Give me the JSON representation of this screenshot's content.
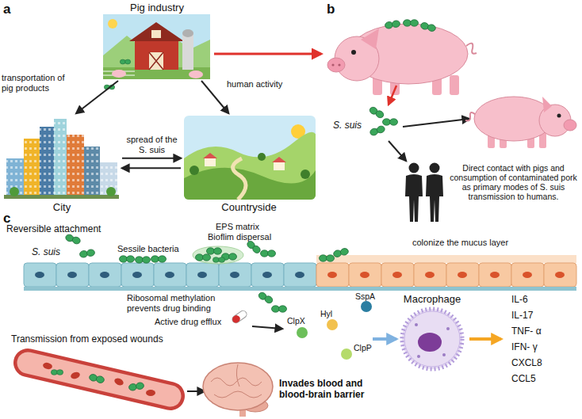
{
  "diagram": {
    "nodes": [
      {
        "text": [
          "Pig industry"
        ]
      },
      {
        "text": [
          "City"
        ]
      },
      {
        "text": [
          "Countryside"
        ]
      },
      {
        "text": [
          "Macrophage"
        ]
      }
    ],
    "edges": [
      {
        "from": 0,
        "to": 1,
        "arrow": "to",
        "label": "transportation of pig products"
      },
      {
        "from": 0,
        "to": 2,
        "arrow": "to",
        "label": "human activity"
      },
      {
        "from": 1,
        "to": 2,
        "arrow": "to"
      },
      {
        "from": 2,
        "to": 1,
        "arrow": "to"
      }
    ],
    "labels": [
      "a",
      "spread of the S. suis",
      "b",
      "S. suis",
      "Direct contact with pigs and consumption of contaminated pork as primary modes of S. suis transmission to humans.",
      "c",
      "Reversible attachment",
      "EPS matrix",
      "Bioflim dispersal",
      "S. suis",
      "Sessile bacteria",
      "colonize the mucus layer",
      "Ribosomal methylation prevents drug binding",
      "Active drug efflux",
      "SspA",
      "Hyl",
      "ClpX",
      "ClpP",
      "Transmission from exposed wounds",
      "IL-6",
      "IL-17",
      "TNF- α",
      "IFN- γ",
      "CXCL8",
      "CCL5",
      "Invades blood and blood-brain barrier"
    ]
  }
}
